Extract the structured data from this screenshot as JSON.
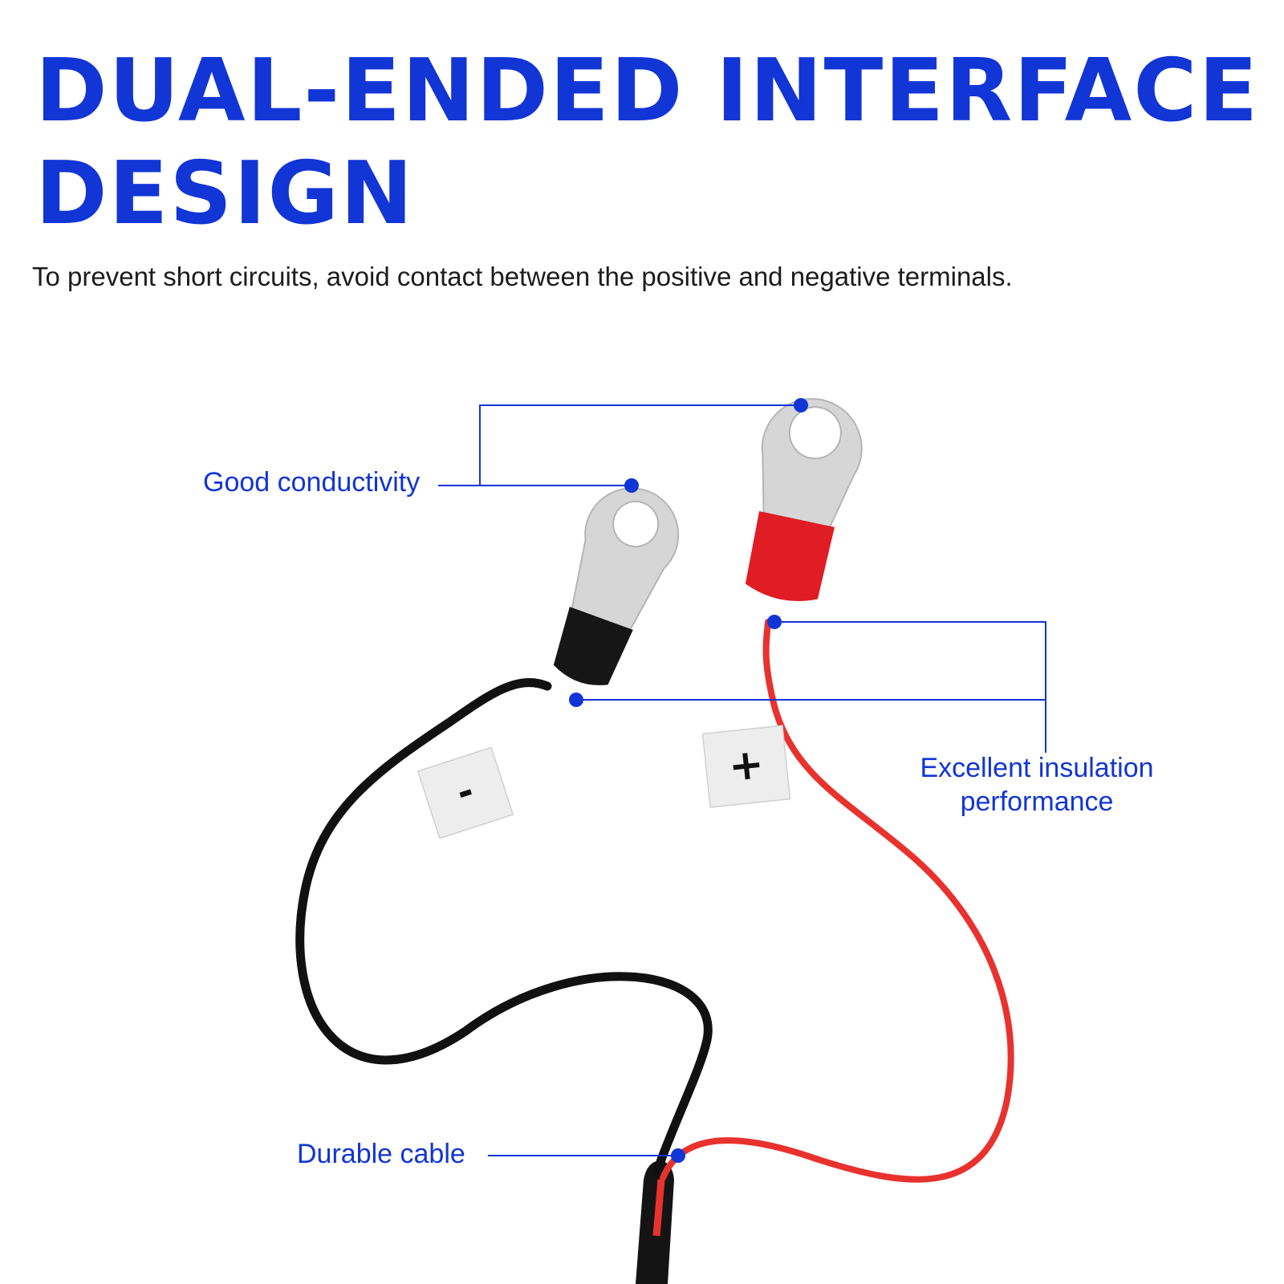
{
  "header": {
    "title_line1": "DUAL-ENDED INTERFACE",
    "title_line2": "DESIGN",
    "subtitle": "To prevent short circuits, avoid contact between the positive and negative terminals."
  },
  "callouts": {
    "conductivity": "Good conductivity",
    "insulation_line1": "Excellent insulation",
    "insulation_line2": "performance",
    "cable": "Durable cable"
  },
  "tags": {
    "negative": "-",
    "positive": "+"
  },
  "colors": {
    "accent": "#1235d6",
    "positive_wire": "#e8322e",
    "negative_wire": "#111111",
    "terminal_metal": "#d9d9d9"
  }
}
